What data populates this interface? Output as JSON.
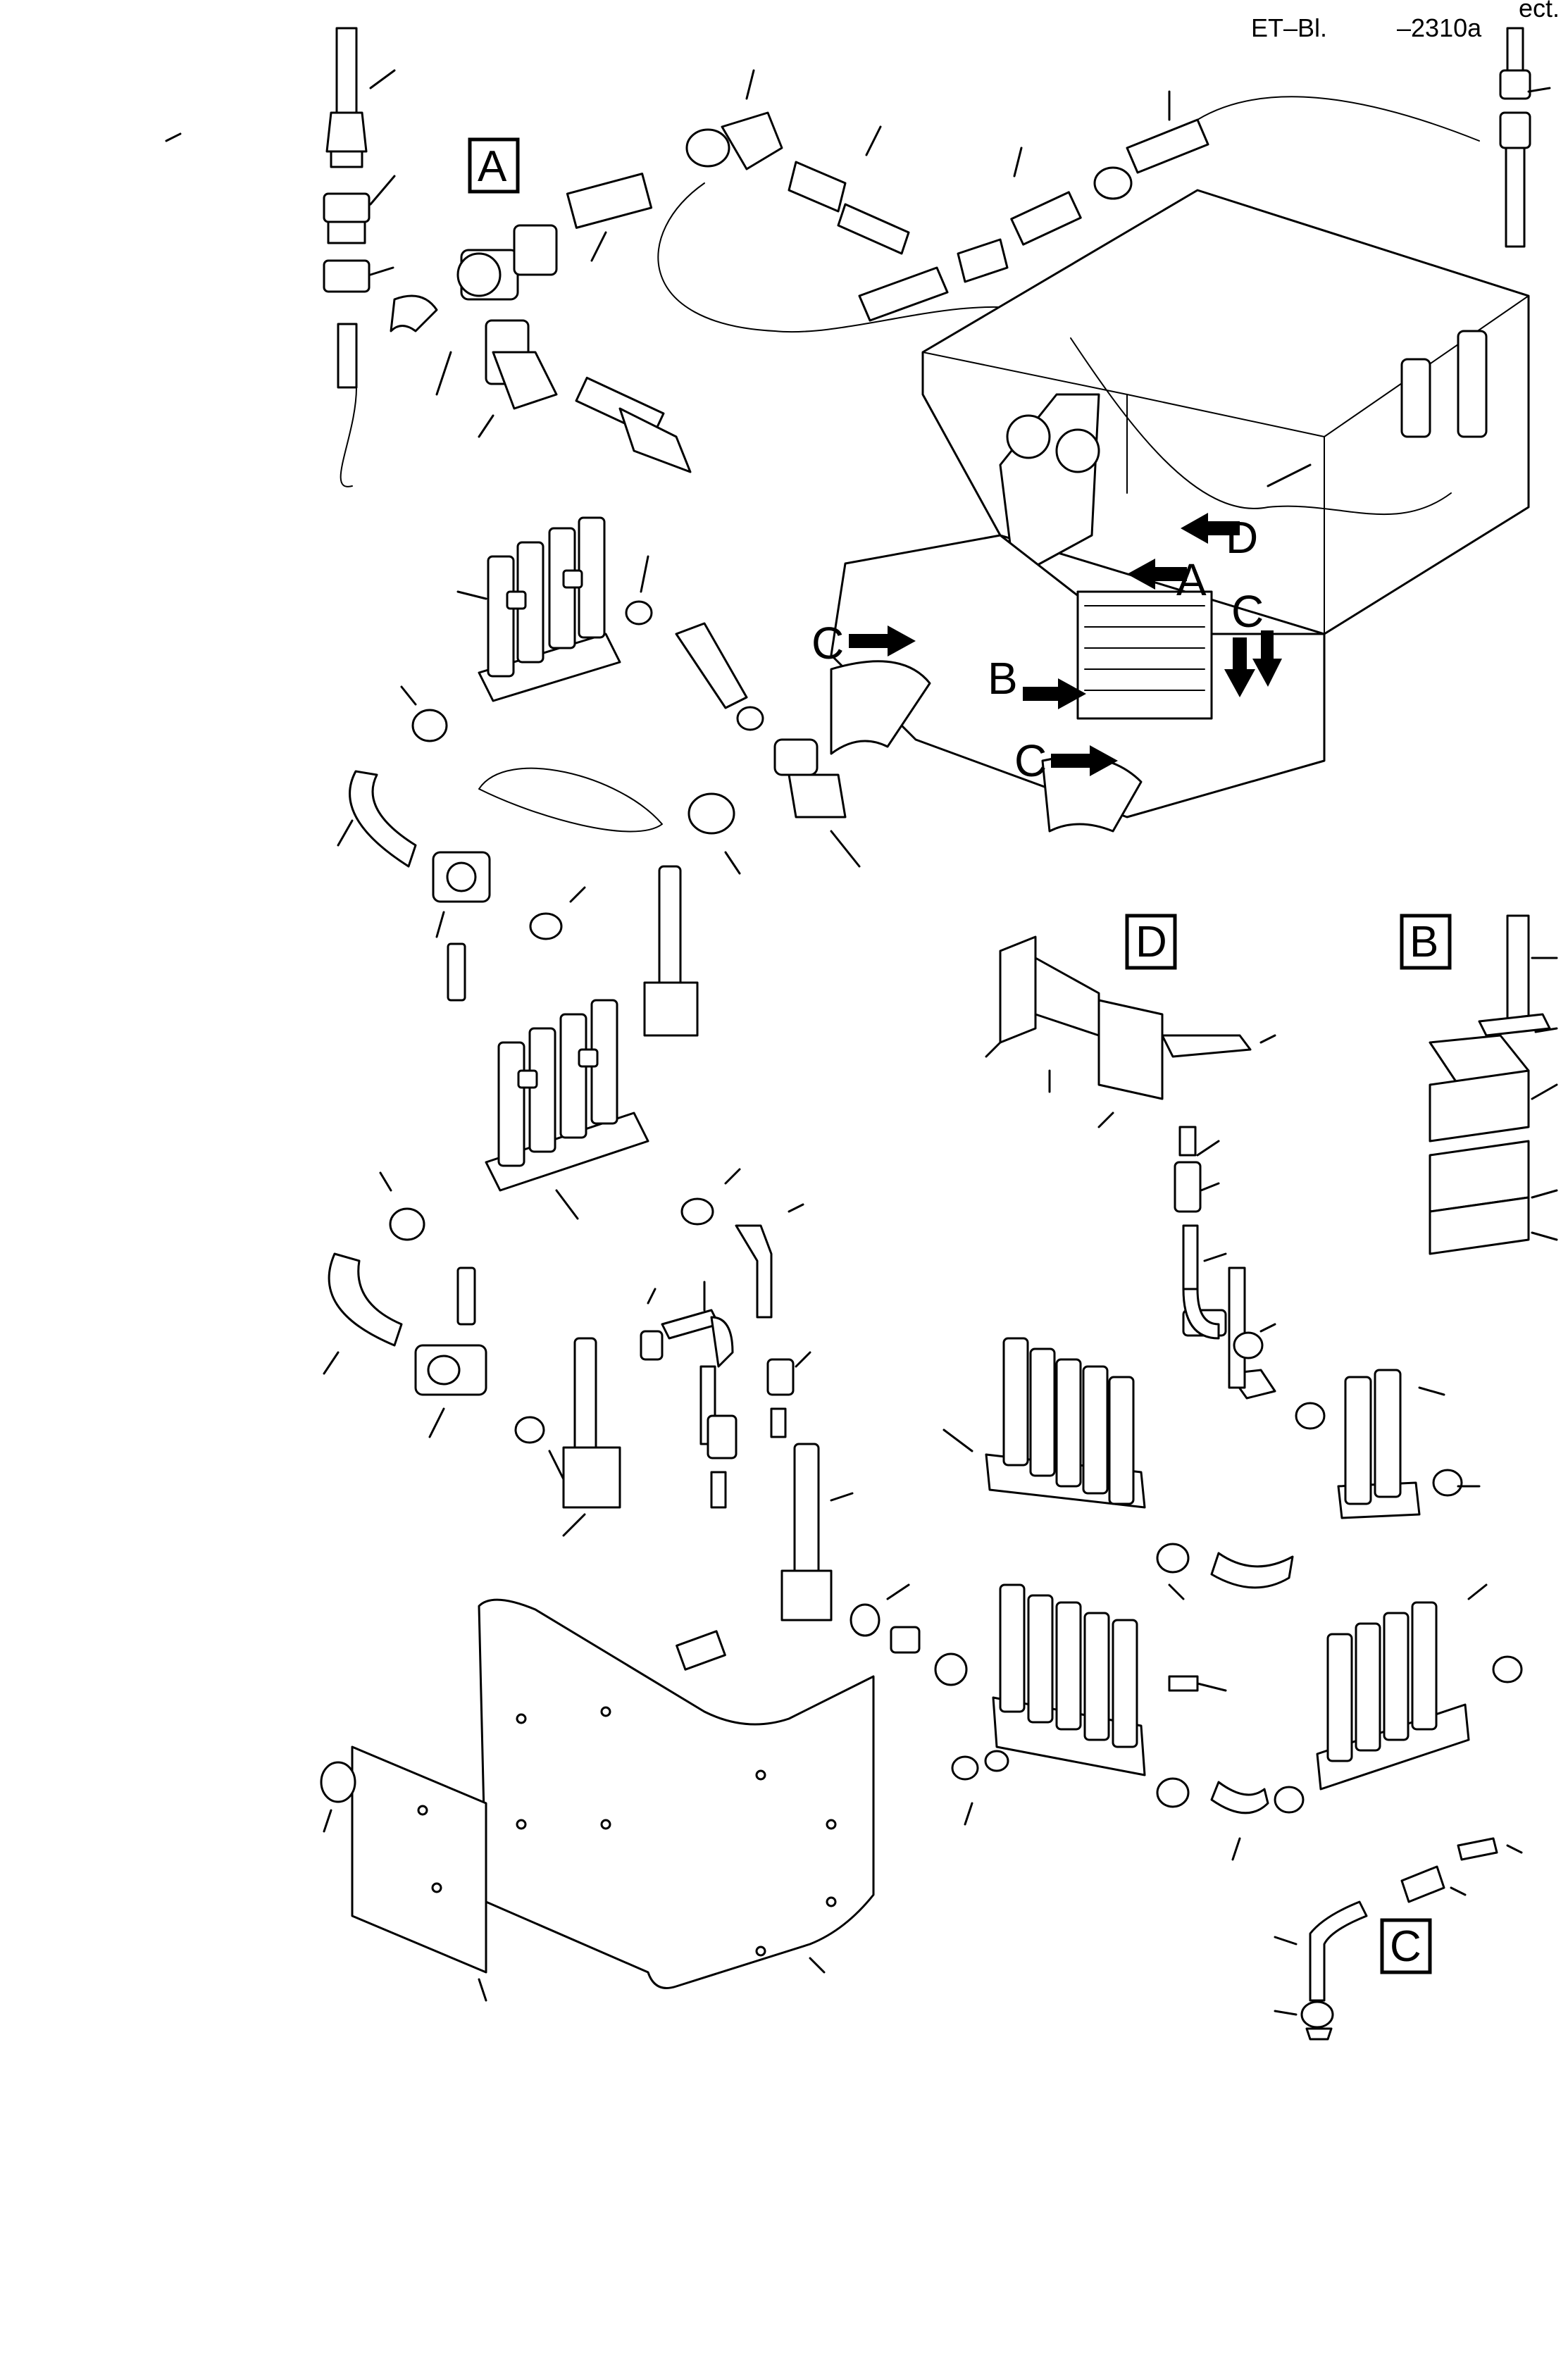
{
  "header": {
    "doc_ref": "ET–Bl.",
    "sheet_no": "–2310a",
    "corner_note": "ect."
  },
  "detail_boxes": {
    "a": "A",
    "b": "B",
    "c": "C",
    "d": "D"
  },
  "view_arrows": {
    "a": "A",
    "b": "B",
    "c_left": "C",
    "c_right": "C",
    "c_lower": "C",
    "d": "D"
  }
}
